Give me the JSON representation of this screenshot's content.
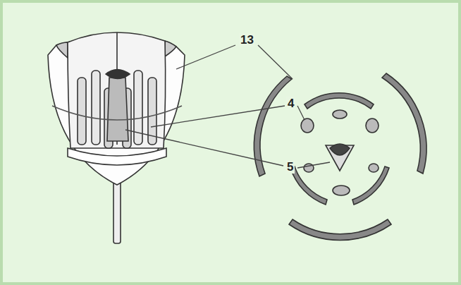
{
  "diagram": {
    "labels": [
      "13",
      "4",
      "5"
    ]
  }
}
